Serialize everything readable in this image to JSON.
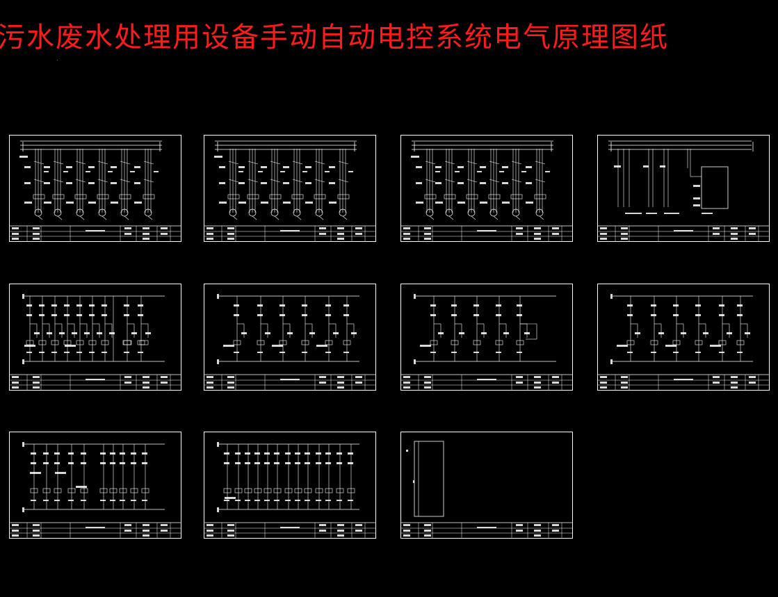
{
  "title": "污水废水处理用设备手动自动电控系统电气原理图纸",
  "colors": {
    "background": "#000000",
    "title": "#ff1a1a",
    "line": "#ffffff"
  },
  "sheets": [
    {
      "id": "sheet-1",
      "kind": "power-main"
    },
    {
      "id": "sheet-2",
      "kind": "power-main"
    },
    {
      "id": "sheet-3",
      "kind": "power-main"
    },
    {
      "id": "sheet-4",
      "kind": "power-panel"
    },
    {
      "id": "sheet-5",
      "kind": "control-a"
    },
    {
      "id": "sheet-6",
      "kind": "control-b"
    },
    {
      "id": "sheet-7",
      "kind": "control-c"
    },
    {
      "id": "sheet-8",
      "kind": "control-b"
    },
    {
      "id": "sheet-9",
      "kind": "control-d"
    },
    {
      "id": "sheet-10",
      "kind": "control-e"
    },
    {
      "id": "sheet-11",
      "kind": "cabinet"
    }
  ]
}
